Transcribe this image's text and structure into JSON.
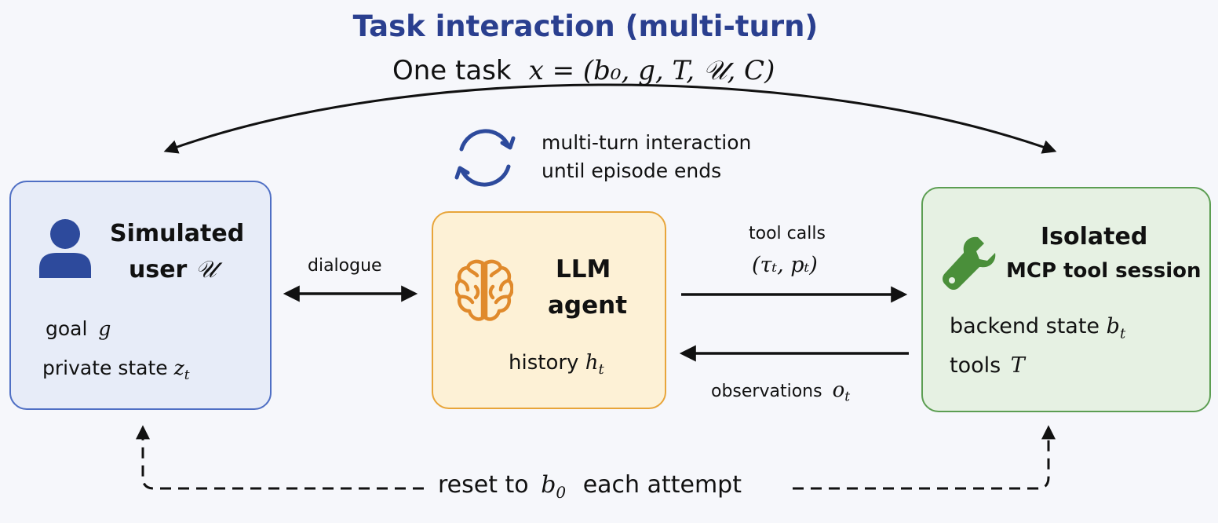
{
  "title": "Task interaction (multi-turn)",
  "subtitle": {
    "prefix": "One task",
    "formula": "x = (b₀, g, T, 𝒰, C)"
  },
  "loop": {
    "line1": "multi-turn interaction",
    "line2": "until episode ends"
  },
  "user_box": {
    "title_line1": "Simulated",
    "title_line2": "user",
    "title_symbol": "𝒰",
    "goal_label": "goal",
    "goal_symbol": "g",
    "state_label": "private state",
    "state_symbol": "z",
    "state_sub": "t"
  },
  "agent_box": {
    "title_line1": "LLM",
    "title_line2": "agent",
    "history_label": "history",
    "history_symbol": "h",
    "history_sub": "t"
  },
  "tool_box": {
    "title_line1": "Isolated",
    "title_line2": "MCP tool session",
    "backend_label": "backend state",
    "backend_symbol": "b",
    "backend_sub": "t",
    "tools_label": "tools",
    "tools_symbol": "T"
  },
  "edges": {
    "dialogue": "dialogue",
    "tool_calls": "tool calls",
    "tool_calls_formula": "(τₜ, pₜ)",
    "observations": "observations",
    "observations_symbol": "o",
    "observations_sub": "t",
    "reset_prefix": "reset to",
    "reset_symbol": "b",
    "reset_sub": "0",
    "reset_suffix": "each attempt"
  },
  "colors": {
    "title": "#2a3f8f",
    "user_fill": "#e7ecf8",
    "user_border": "#4f6fc4",
    "user_icon": "#2d4a9c",
    "agent_fill": "#fdf1d6",
    "agent_border": "#e8a53a",
    "brain_icon": "#e08a2c",
    "tool_fill": "#e6f1e3",
    "tool_border": "#5c9e52",
    "wrench_icon": "#4a8f3a",
    "cycle_icon": "#2d4a9c"
  },
  "icons": [
    "person-icon",
    "brain-icon",
    "wrench-icon",
    "cycle-icon"
  ]
}
